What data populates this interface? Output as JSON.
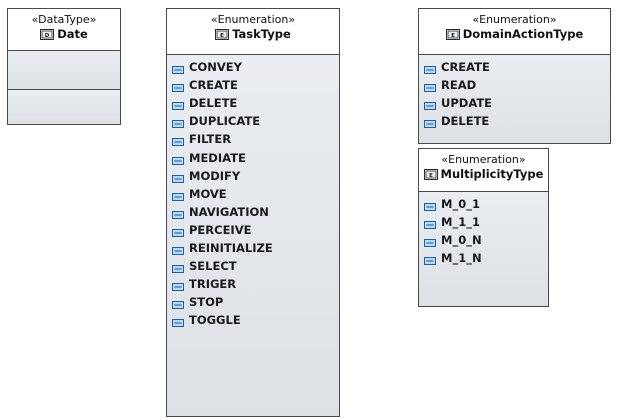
{
  "colors": {
    "border": "#4a4a4a",
    "compartment_fill": "#e3e7ec",
    "literal_icon_fill": "#b8d7f0",
    "literal_icon_stroke": "#1f5f9a",
    "type_icon_stroke": "#2a2a2a"
  },
  "elements": [
    {
      "id": "date",
      "stereotype": "«DataType»",
      "name": "Date",
      "icon": "datatype-icon",
      "literals": []
    },
    {
      "id": "tasktype",
      "stereotype": "«Enumeration»",
      "name": "TaskType",
      "icon": "enumeration-icon",
      "literals": [
        "CONVEY",
        "CREATE",
        "DELETE",
        "DUPLICATE",
        "FILTER",
        "MEDIATE",
        "MODIFY",
        "MOVE",
        "NAVIGATION",
        "PERCEIVE",
        "REINITIALIZE",
        "SELECT",
        "TRIGER",
        "STOP",
        "TOGGLE"
      ]
    },
    {
      "id": "domainactiontype",
      "stereotype": "«Enumeration»",
      "name": "DomainActionType",
      "icon": "enumeration-icon",
      "literals": [
        "CREATE",
        "READ",
        "UPDATE",
        "DELETE"
      ]
    },
    {
      "id": "multiplicitytype",
      "stereotype": "«Enumeration»",
      "name": "MultiplicityType",
      "icon": "enumeration-icon",
      "literals": [
        "M_0_1",
        "M_1_1",
        "M_0_N",
        "M_1_N"
      ]
    }
  ]
}
